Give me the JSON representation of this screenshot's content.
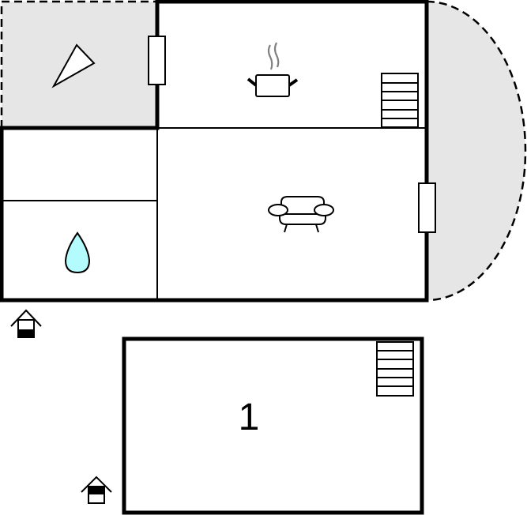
{
  "floor_plan": {
    "colors": {
      "wall": "#000000",
      "terrace_fill": "#e6e6e6",
      "water_fill": "#b3fbfd",
      "steam": "#808080",
      "background": "#ffffff"
    },
    "rooms": [
      {
        "id": "terrace-left",
        "type": "terrace",
        "icon": "terrace-triangle-icon"
      },
      {
        "id": "kitchen",
        "type": "kitchen",
        "icon": "cooking-pot-icon",
        "has_stairs": true
      },
      {
        "id": "storage",
        "type": "room"
      },
      {
        "id": "bathroom",
        "type": "bathroom",
        "icon": "water-drop-icon"
      },
      {
        "id": "living-room",
        "type": "living-room",
        "icon": "sofa-icon"
      },
      {
        "id": "terrace-right",
        "type": "terrace-semicircle"
      }
    ],
    "lower_level": {
      "label": "1",
      "has_stairs": true
    },
    "entrances": [
      {
        "id": "entrance-ground",
        "icon": "entrance-house-icon"
      },
      {
        "id": "entrance-lower",
        "icon": "entrance-house-icon"
      }
    ]
  }
}
